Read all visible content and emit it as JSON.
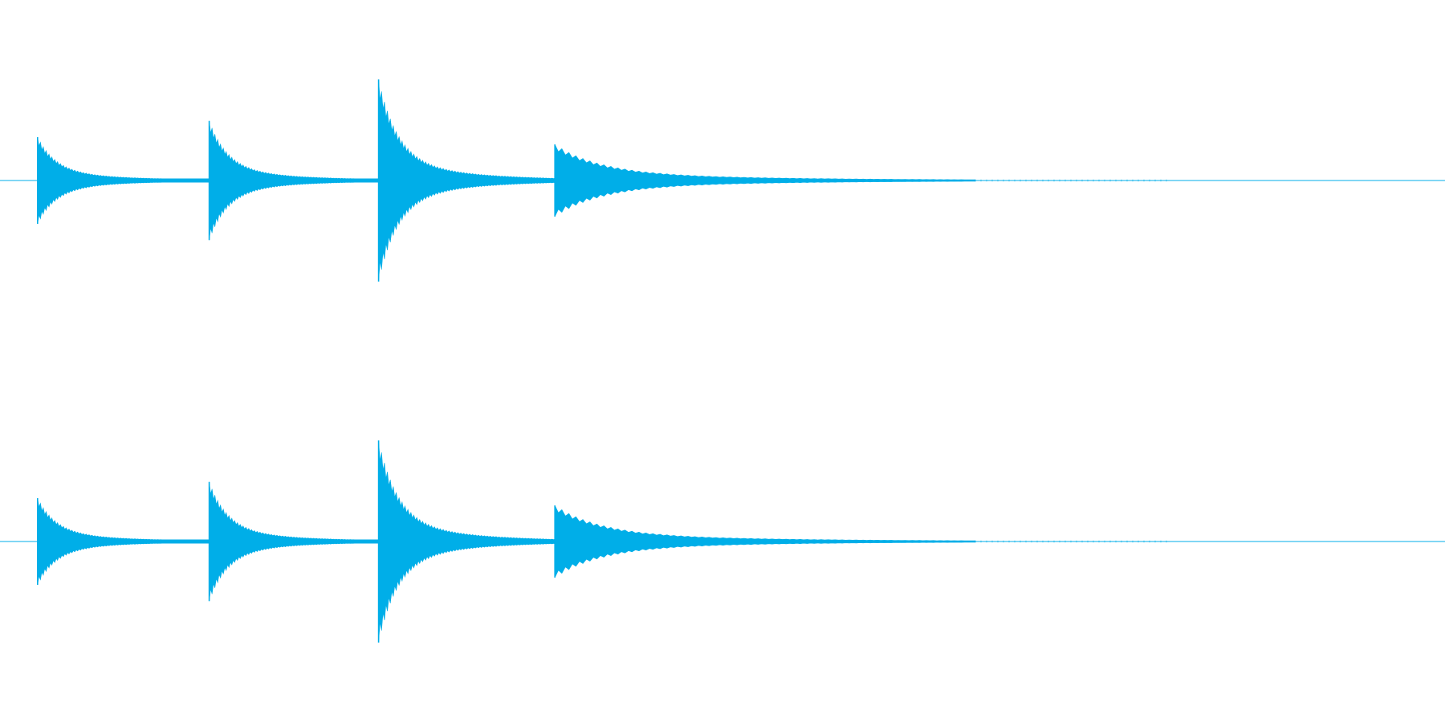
{
  "waveform": {
    "color": "#00aee8",
    "channel_count": 2,
    "channels": [
      {
        "name": "",
        "onsets": [
          {
            "start": 0.026,
            "peak": 0.24
          },
          {
            "start": 0.1448,
            "peak": 0.33
          },
          {
            "start": 0.262,
            "peak": 0.56
          },
          {
            "start": 0.384,
            "peak": 0.2
          }
        ]
      },
      {
        "name": "",
        "onsets": [
          {
            "start": 0.026,
            "peak": 0.24
          },
          {
            "start": 0.1448,
            "peak": 0.33
          },
          {
            "start": 0.262,
            "peak": 0.56
          },
          {
            "start": 0.384,
            "peak": 0.2
          }
        ]
      }
    ],
    "sustain_end": 0.675
  }
}
